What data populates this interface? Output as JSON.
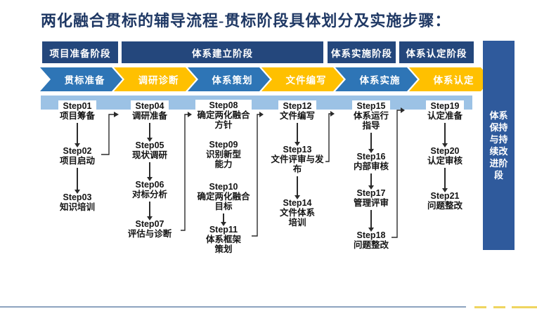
{
  "title": "两化融合贯标的辅导流程-贯标阶段具体划分及实施步骤：",
  "phases": [
    {
      "label": "项目准备阶段"
    },
    {
      "label": "体系建立阶段"
    },
    {
      "label": "体系实施阶段"
    },
    {
      "label": "体系认定阶段"
    }
  ],
  "chevrons": [
    {
      "label": "贯标准备",
      "color": "blue"
    },
    {
      "label": "调研诊断",
      "color": "yellow"
    },
    {
      "label": "体系策划",
      "color": "blue"
    },
    {
      "label": "文件编写",
      "color": "yellow"
    },
    {
      "label": "体系实施",
      "color": "blue"
    },
    {
      "label": "体系认定",
      "color": "yellow"
    }
  ],
  "sidebar": {
    "label": "体系保持与持续改进阶段"
  },
  "columns": [
    {
      "steps": [
        {
          "id": "Step01",
          "name": "项目筹备"
        },
        {
          "id": "Step02",
          "name": "项目启动"
        },
        {
          "id": "Step03",
          "name": "知识培训"
        }
      ]
    },
    {
      "steps": [
        {
          "id": "Step04",
          "name": "调研准备"
        },
        {
          "id": "Step05",
          "name": "现状调研"
        },
        {
          "id": "Step06",
          "name": "对标分析"
        },
        {
          "id": "Step07",
          "name": "评估与诊断"
        }
      ]
    },
    {
      "steps": [
        {
          "id": "Step08",
          "name": "确定两化融合\n方针"
        },
        {
          "id": "Step09",
          "name": "识别新型\n能力"
        },
        {
          "id": "Step10",
          "name": "确定两化融合\n目标"
        },
        {
          "id": "Step11",
          "name": "体系框架\n策划"
        }
      ]
    },
    {
      "steps": [
        {
          "id": "Step12",
          "name": "文件编写"
        },
        {
          "id": "Step13",
          "name": "文件评审与发\n布"
        },
        {
          "id": "Step14",
          "name": "文件体系\n培训"
        }
      ]
    },
    {
      "steps": [
        {
          "id": "Step15",
          "name": "体系运行\n指导"
        },
        {
          "id": "Step16",
          "name": "内部审核"
        },
        {
          "id": "Step17",
          "name": "管理评审"
        },
        {
          "id": "Step18",
          "name": "问题整改"
        }
      ]
    },
    {
      "steps": [
        {
          "id": "Step19",
          "name": "认定准备"
        },
        {
          "id": "Step20",
          "name": "认定审核"
        },
        {
          "id": "Step21",
          "name": "问题整改"
        }
      ]
    }
  ],
  "colors": {
    "title": "#1F3864",
    "phase_bg": "#24477C",
    "chevron_blue": "#2E75B6",
    "chevron_yellow": "#FFC000",
    "timeline_bar": "#9CC2E5",
    "sidebar_bg": "#2F5A9C",
    "step_text": "#141414",
    "bottom_line": "#8DA3BF",
    "bottom_dash": "#EFD55F"
  }
}
